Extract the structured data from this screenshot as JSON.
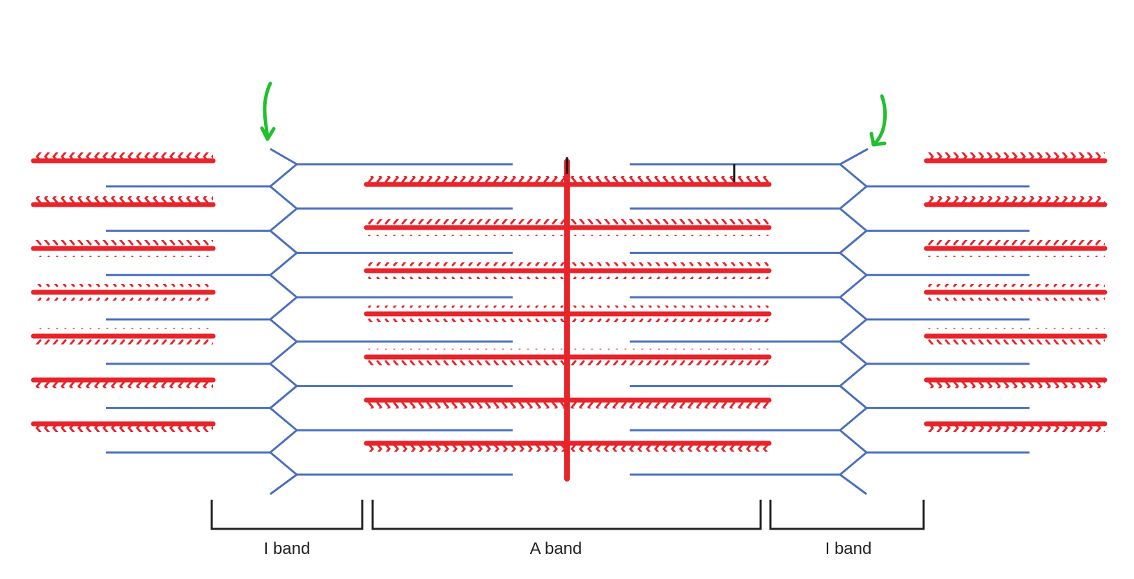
{
  "labels": {
    "i_band_left": "I band",
    "a_band": "A band",
    "i_band_right": "I band"
  },
  "colors": {
    "thick_filament": "#e8232a",
    "thin_filament": "#4a6fbd",
    "bracket": "#222222",
    "arrow": "#22c02f",
    "background": "#ffffff"
  },
  "structure": {
    "z_lines": 2,
    "m_line": 1,
    "central_thick_filaments": 7,
    "edge_thick_filaments_per_side": 7,
    "thin_filaments_per_z_line": 15,
    "arrows": 2
  }
}
